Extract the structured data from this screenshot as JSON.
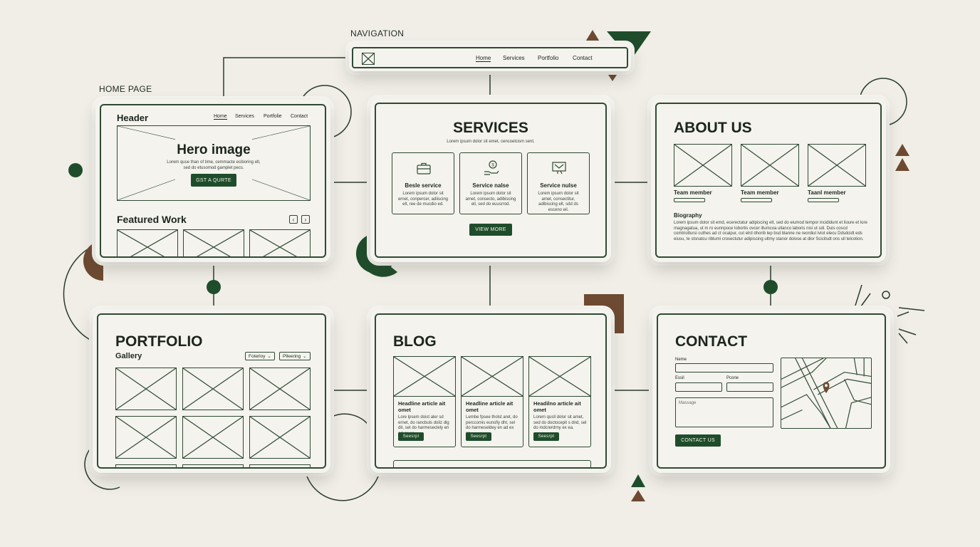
{
  "labels": {
    "navigation": "NAVIGATION",
    "home_page": "HOME PAGE"
  },
  "nav": {
    "items": [
      "Home",
      "Services",
      "Portfolio",
      "Contact"
    ],
    "active": "Home"
  },
  "home": {
    "header": "Header",
    "nav": [
      "Home",
      "Services",
      "Portfolie",
      "Contact"
    ],
    "hero_title": "Hero image",
    "hero_text": "Lorem quse than of time, cemmacte eciboring elt, sed do etusomod gamplet pecs.",
    "cta": "GST A QURTE",
    "featured": "Featured Work"
  },
  "services": {
    "title": "SERVICES",
    "subtitle": "Lorem ipsum dolor sit emet, cencoelcism sent.",
    "items": [
      {
        "icon": "briefcase-icon",
        "name": "Besle service",
        "text": "Lorem ipsum dolor sit ernet, conpercer, adiiscing elt, ree de mucdio ed."
      },
      {
        "icon": "hand-coin-icon",
        "name": "Service nalse",
        "text": "Lorem ipsum dolor sit amet, consecto, adibiscing ell, sed do euusrrod."
      },
      {
        "icon": "monitor-chat-icon",
        "name": "Service nulse",
        "text": "Lorem ipsum dolor sit amet, consectitur, adibiscing elt, sdd ds esceno eil."
      }
    ],
    "cta": "VIEW MORE"
  },
  "about": {
    "title": "ABOUT US",
    "members": [
      "Team member",
      "Team member",
      "Taanl member"
    ],
    "bio_title": "Biography",
    "bio_text": "Lorem ipsum dolor sit emd, ecerectatur adipiscing elt, sed do eiumod tempor incididunt et lioure et lore magnagatua, ut m ro eunnpoce lobortis ovcer illumcoa ullanco laboris nisi ut sdi. Duis coscd comtriottursi cuthes ad ct ocaipur, cut elrd dhorib lep bsd blanne ne reordiut ivlot elecu Ddsdcidt eds eiusu, te stsnatcu riblumi crosectutur adipiscing ultmy stanor dolose at dlor Scicitsdt ons ull telcotion."
  },
  "portfolio": {
    "title": "PORTFOLIO",
    "gallery": "Gallery",
    "filters": [
      "Foterloy",
      "Plleering"
    ]
  },
  "blog": {
    "title": "BLOG",
    "posts": [
      {
        "title": "Headline article ait omet",
        "text": "Lore lpsem doist aler sd ernet, do rancbuls doliz dlg dit, set do harmeseclely en ad ex es.",
        "btn": "Seesrpl"
      },
      {
        "title": "Headline article ait omet",
        "text": "Lembe fpsee tholst aret, do perccomis eunsfiy dht, sel do harmeseldey en ad ex so.",
        "btn": "Seesrpt"
      },
      {
        "title": "Headilno article ait omet",
        "text": "Lorem qusll dolor sit amet, sed do doctocepit s dnd, sel do mdcrerdrny ex ea.",
        "btn": "Seesrpt"
      }
    ]
  },
  "contact": {
    "title": "CONTACT",
    "name_label": "Neme",
    "email_label": "Essil",
    "phone_label": "Pcone",
    "message_placeholder": "Massage",
    "cta": "CONTACT US"
  },
  "colors": {
    "background": "#f0eee7",
    "dark_green": "#1f4d2b",
    "brown": "#6e4a32",
    "line": "#2f4a34"
  }
}
